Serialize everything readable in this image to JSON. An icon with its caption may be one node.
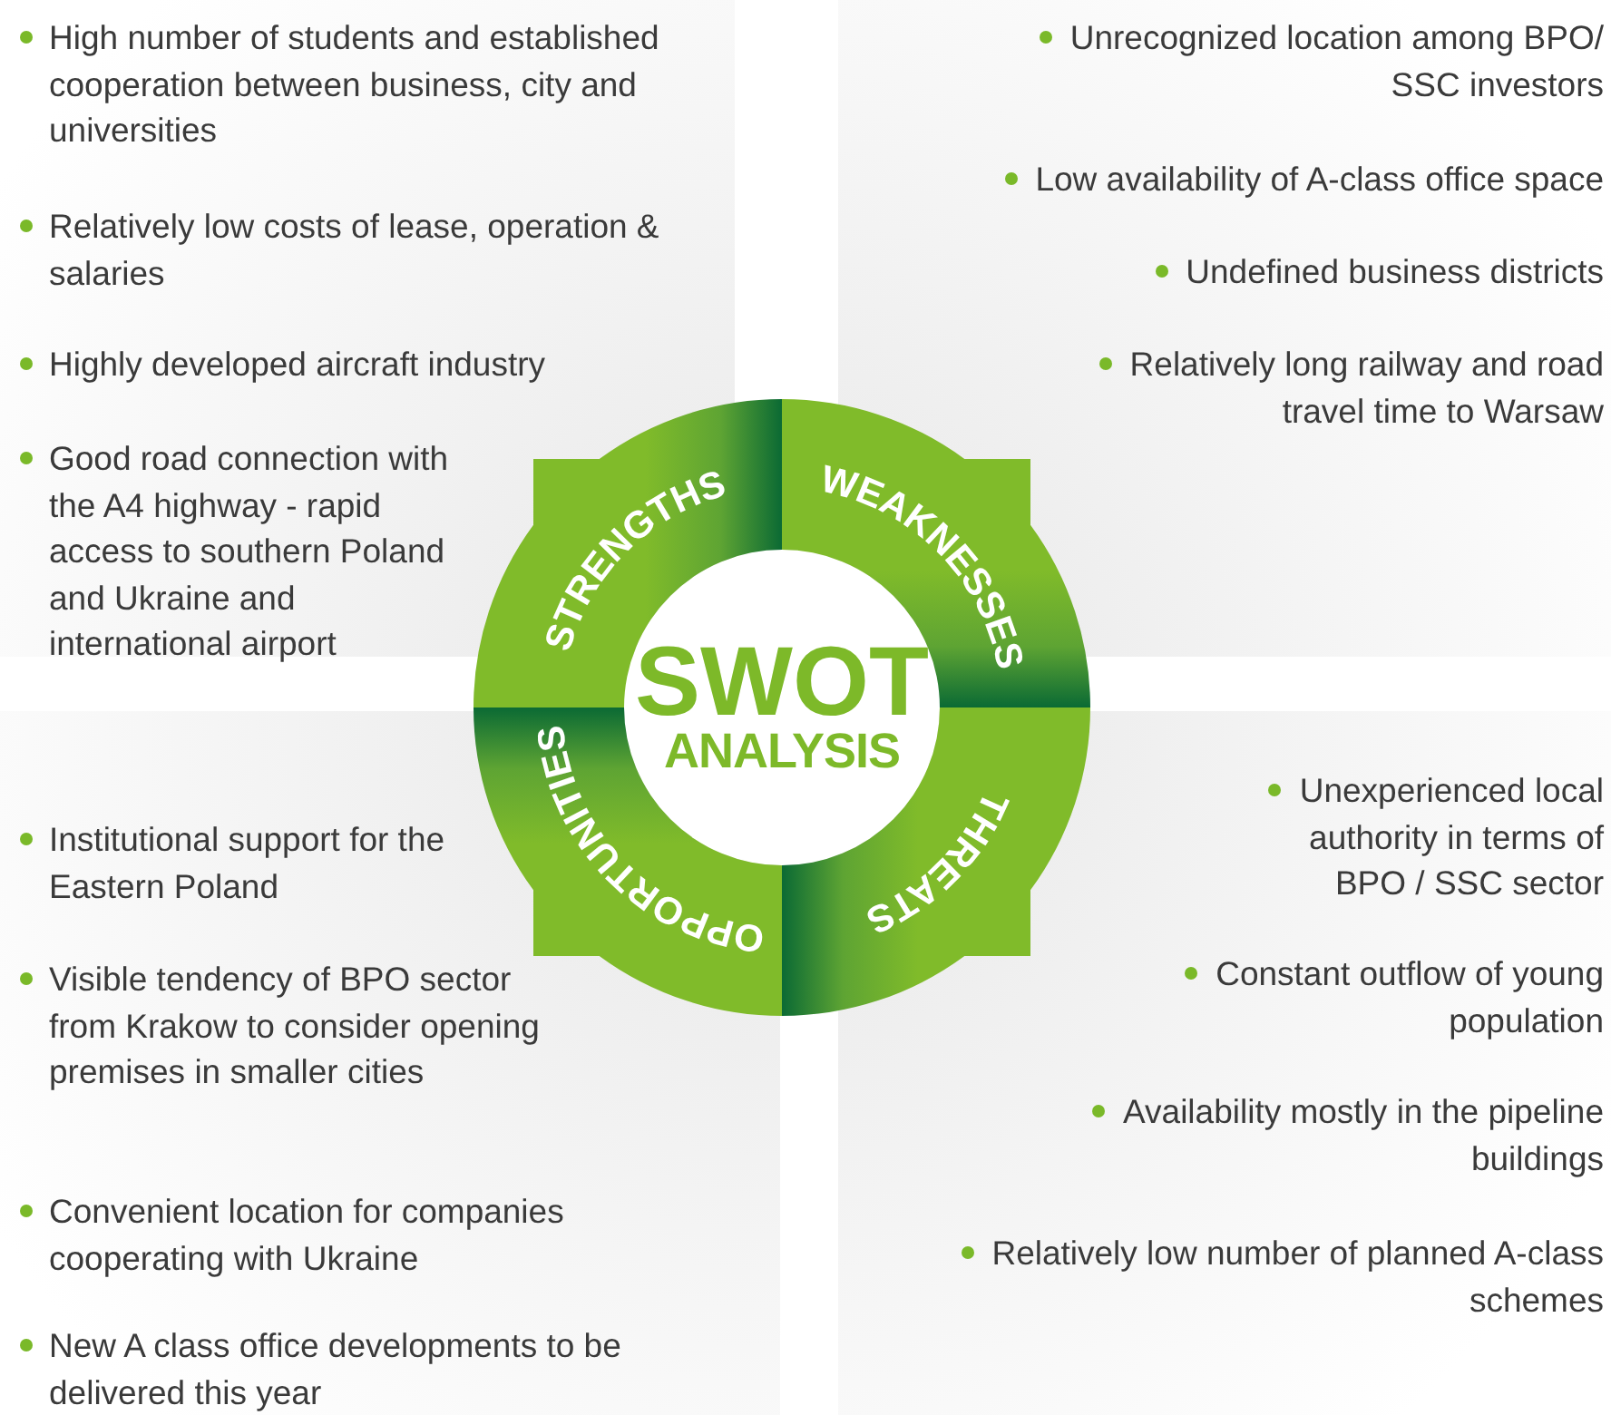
{
  "diagram": {
    "nodes": [
      {
        "text": [
          "SWOT",
          "ANALYSIS"
        ]
      },
      {
        "text": [
          "STRENGTHS"
        ],
        "beside": [
          "High number of students and established cooperation between business, city and universities",
          "Relatively low costs of lease, operation & salaries",
          "Highly developed aircraft industry",
          "Good road connection with the A4 highway - rapid access to southern Poland and Ukraine and international airport"
        ]
      },
      {
        "text": [
          "WEAKNESSES"
        ],
        "beside": [
          "Unrecognized location among BPO/ SSC investors",
          "Low availability of A-class office space",
          "Undefined business districts",
          "Relatively long railway and road travel time to Warsaw"
        ]
      },
      {
        "text": [
          "OPPORTUNITIES"
        ],
        "beside": [
          "Institutional support for the Eastern Poland",
          "Visible tendency of BPO sector from Krakow to consider opening premises in smaller cities",
          "Convenient location for companies cooperating with Ukraine",
          "New A class office developments to be delivered this year"
        ]
      },
      {
        "text": [
          "THREATS"
        ],
        "beside": [
          "Unexperienced local authority in terms of BPO / SSC sector",
          "Constant outflow of young population",
          "Availability mostly in the pipeline buildings",
          "Relatively low number of planned A-class schemes"
        ]
      }
    ]
  }
}
